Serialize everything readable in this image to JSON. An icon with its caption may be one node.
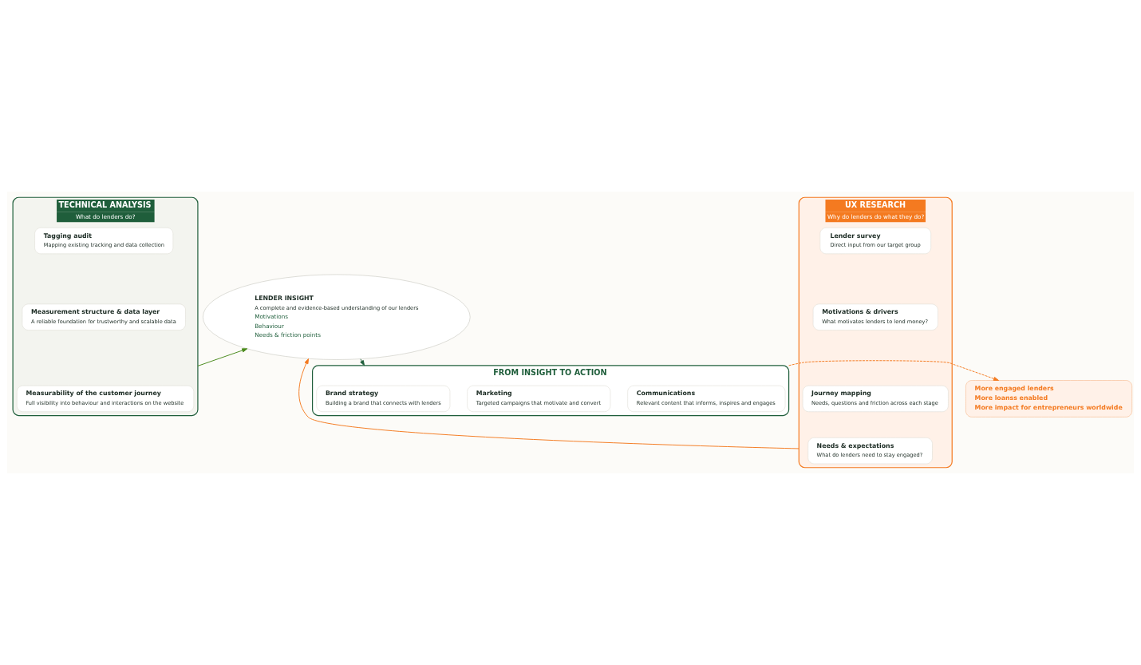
{
  "diagram": {
    "nodes": [
      {
        "text": [
          "TECHNICAL ANALYSIS",
          "What do lenders do?"
        ]
      },
      {
        "text": [
          "Tagging audit",
          "Mapping existing tracking and data collection"
        ],
        "in": 0
      },
      {
        "text": [
          "Measurement structure & data layer",
          "A reliable foundation for trustworthy and scalable data"
        ],
        "in": 0
      },
      {
        "text": [
          "Measurability of the customer journey",
          "Full visibility into behaviour and interactions on the website"
        ],
        "in": 0
      },
      {
        "text": [
          "UX RESEARCH",
          "Why do lenders do what they do?"
        ]
      },
      {
        "text": [
          "Lender survey",
          "Direct input from our target group"
        ],
        "in": 4
      },
      {
        "text": [
          "Motivations & drivers",
          "What motivates lenders to lend money?"
        ],
        "in": 4
      },
      {
        "text": [
          "Journey mapping",
          "Needs, questions and friction across each stage"
        ],
        "in": 4
      },
      {
        "text": [
          "Needs & expectations",
          "What do lenders need to stay engaged?"
        ],
        "in": 4
      },
      {
        "text": [
          "LENDER INSIGHT",
          "A complete and evidence-based understanding of our lenders",
          "Motivations",
          "Behaviour",
          "Needs & friction points"
        ]
      },
      {
        "text": [
          "FROM INSIGHT TO ACTION"
        ]
      },
      {
        "text": [
          "Brand strategy",
          "Building a brand that connects with lenders"
        ],
        "in": 10
      },
      {
        "text": [
          "Marketing",
          "Targeted campaigns that motivate and convert"
        ],
        "in": 10
      },
      {
        "text": [
          "Communications",
          "Relevant content that informs, inspires and engages"
        ],
        "in": 10
      },
      {
        "text": [
          "More engaged lenders",
          "More loanss enabled",
          "More impact for entrepreneurs worldwide"
        ]
      }
    ],
    "edges": [
      {
        "from": 0,
        "to": 9,
        "arrow": "to",
        "color": "#4a8a1c"
      },
      {
        "from": 4,
        "to": 9,
        "arrow": "to",
        "color": "#f47a20"
      },
      {
        "from": 9,
        "to": 10,
        "arrow": "to",
        "color": "#1f5e3b"
      },
      {
        "from": 10,
        "to": 14,
        "arrow": "to",
        "style": "dashed",
        "color": "#f47a20"
      }
    ]
  }
}
